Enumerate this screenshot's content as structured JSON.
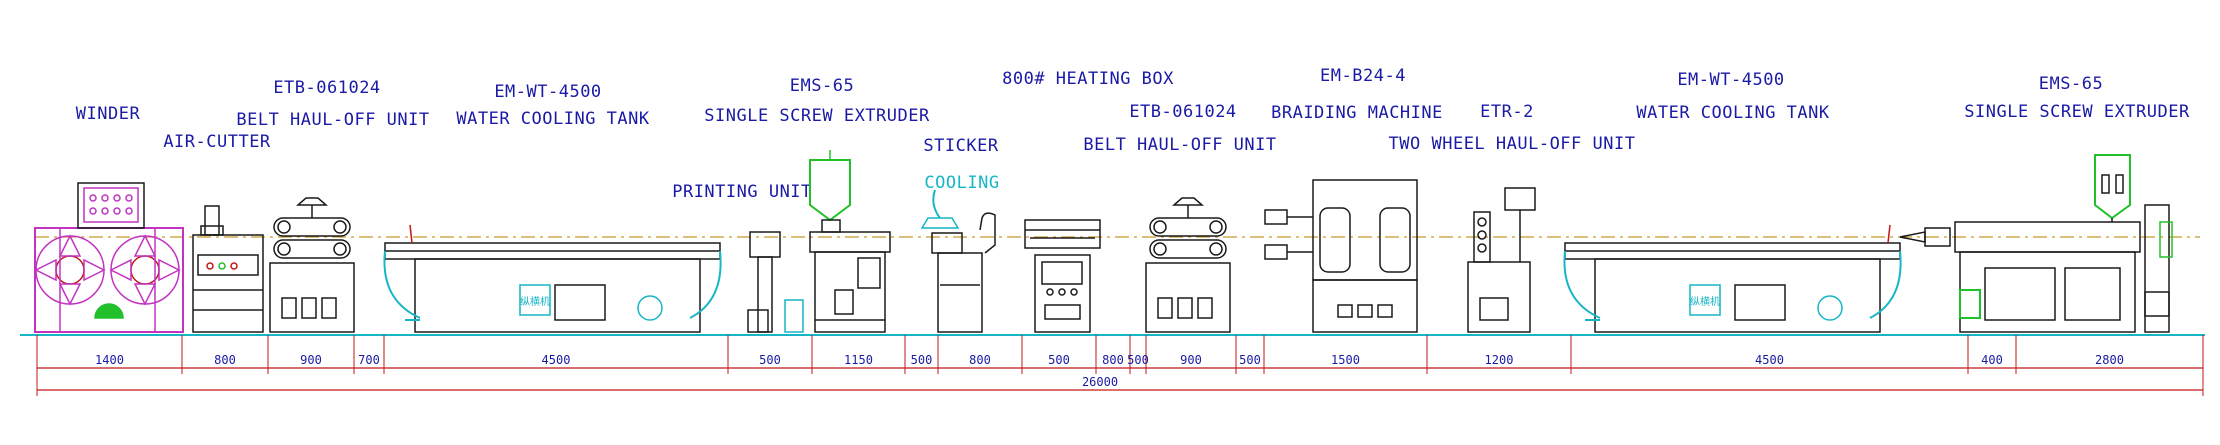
{
  "labels": {
    "winder": "WINDER",
    "air_cutter": "AIR-CUTTER",
    "etb1_model": "ETB-061024",
    "etb1_name": "BELT HAUL-OFF UNIT",
    "wt1_model": "EM-WT-4500",
    "wt1_name": "WATER COOLING TANK",
    "ext1_model": "EMS-65",
    "ext1_name": "SINGLE SCREW EXTRUDER",
    "printing": "PRINTING UNIT",
    "sticker": "STICKER",
    "cooling": "COOLING",
    "heating": "800# HEATING BOX",
    "etb2_model": "ETB-061024",
    "etb2_name": "BELT HAUL-OFF UNIT",
    "braid_model": "EM-B24-4",
    "braid_name": "BRAIDING MACHINE",
    "etr_model": "ETR-2",
    "etr_name": "TWO WHEEL HAUL-OFF UNIT",
    "wt2_model": "EM-WT-4500",
    "wt2_name": "WATER COOLING TANK",
    "ext2_model": "EMS-65",
    "ext2_name": "SINGLE SCREW EXTRUDER",
    "tank_plate": "纵横机"
  },
  "dimensions": [
    "1400",
    "800",
    "900",
    "700",
    "4500",
    "500",
    "1150",
    "500",
    "800",
    "500",
    "800",
    "500",
    "900",
    "500",
    "1500",
    "1200",
    "4500",
    "400",
    "2800"
  ],
  "total": "26000",
  "colors": {
    "text": "#1a1aa6",
    "outline": "#1a1a1a",
    "cyan": "#17b6c6",
    "green": "#22c02a",
    "magenta": "#c233c2",
    "red": "#c01818",
    "centerline": "#c89a2a"
  }
}
